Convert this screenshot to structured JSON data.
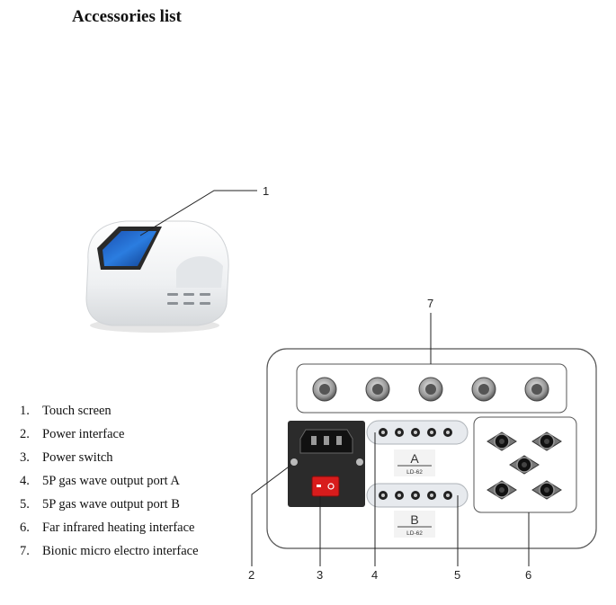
{
  "document": {
    "title": "Accessories list"
  },
  "legend": {
    "items": [
      {
        "num": "1.",
        "text": "Touch screen"
      },
      {
        "num": "2.",
        "text": "Power interface"
      },
      {
        "num": "3.",
        "text": "Power switch"
      },
      {
        "num": "4.",
        "text": "5P gas wave output port A"
      },
      {
        "num": "5.",
        "text": "5P gas wave output port B"
      },
      {
        "num": "6.",
        "text": "Far infrared heating interface"
      },
      {
        "num": "7.",
        "text": "Bionic micro electro interface"
      }
    ]
  },
  "callouts": {
    "c1": "1",
    "c2": "2",
    "c3": "3",
    "c4": "4",
    "c5": "5",
    "c6": "6",
    "c7": "7"
  },
  "panel": {
    "port_a_letter": "A",
    "port_a_code": "LD-62",
    "port_b_letter": "B",
    "port_b_code": "LD-62"
  }
}
